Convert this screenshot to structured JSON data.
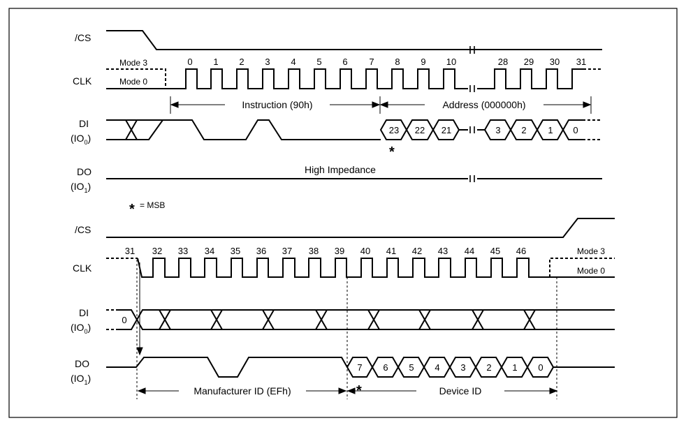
{
  "colors": {
    "line": "#000000",
    "background": "#ffffff"
  },
  "signals": {
    "top_cs": "/CS",
    "top_clk": "CLK",
    "top_di": "DI",
    "top_di_io": "(IO",
    "top_di_sub": "0",
    "top_di_close": ")",
    "top_do": "DO",
    "top_do_io": "(IO",
    "top_do_sub": "1",
    "top_do_close": ")",
    "bottom_cs": "/CS",
    "bottom_clk": "CLK",
    "bottom_di": "DI",
    "bottom_di_io": "(IO",
    "bottom_di_sub": "0",
    "bottom_di_close": ")",
    "bottom_do": "DO",
    "bottom_do_io": "(IO",
    "bottom_do_sub": "1",
    "bottom_do_close": ")"
  },
  "modes": {
    "top_mode3": "Mode 3",
    "top_mode0": "Mode 0",
    "bottom_mode3": "Mode 3",
    "bottom_mode0": "Mode 0"
  },
  "top_clock_numbers": [
    "0",
    "1",
    "2",
    "3",
    "4",
    "5",
    "6",
    "7",
    "8",
    "9",
    "10",
    "28",
    "29",
    "30",
    "31"
  ],
  "bottom_clock_numbers": [
    "31",
    "32",
    "33",
    "34",
    "35",
    "36",
    "37",
    "38",
    "39",
    "40",
    "41",
    "42",
    "43",
    "44",
    "45",
    "46"
  ],
  "spans": {
    "instruction": "Instruction (90h)",
    "address": "Address (000000h)",
    "manufacturer": "Manufacturer ID (EFh)",
    "device": "Device ID"
  },
  "top_di_bits": [
    "23",
    "22",
    "21",
    "3",
    "2",
    "1",
    "0"
  ],
  "bottom_di_bit": "0",
  "do_bits": [
    "7",
    "6",
    "5",
    "4",
    "3",
    "2",
    "1",
    "0"
  ],
  "high_impedance": "High Impedance",
  "legend": {
    "star": "*",
    "text": "= MSB"
  },
  "msb_markers": [
    "*",
    "*"
  ]
}
